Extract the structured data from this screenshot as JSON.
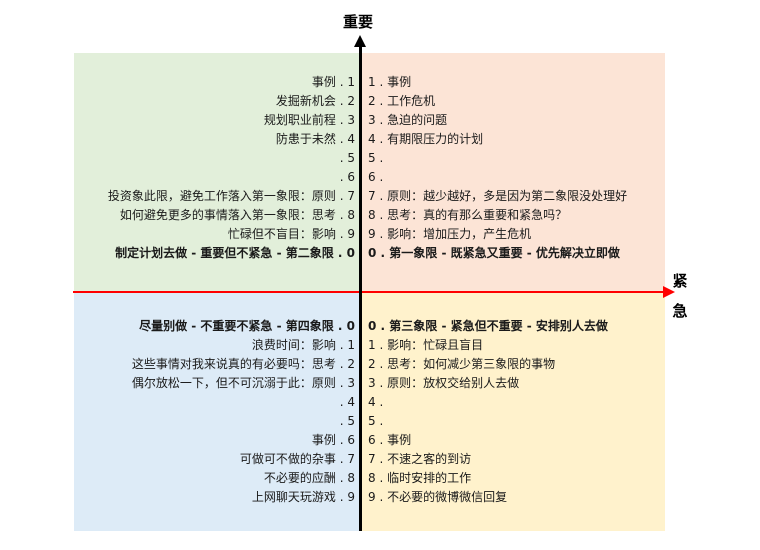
{
  "axes": {
    "vertical_label": "重要",
    "horizontal_label_top": "紧",
    "horizontal_label_bottom": "急",
    "vertical_color": "#000000",
    "horizontal_color": "#ff0000"
  },
  "quadrants": {
    "top_left": {
      "color": "#e2efda",
      "title": "制定计划去做 - 重要但不紧急 - 第二象限 . 0",
      "items": [
        "事例 . 1",
        "发掘新机会 . 2",
        "规划职业前程 . 3",
        "防患于未然 . 4",
        ". 5",
        ". 6",
        "投资象此限，避免工作落入第一象限：原则 . 7",
        "如何避免更多的事情落入第一象限：思考 . 8",
        "忙碌但不盲目：影响 . 9",
        "制定计划去做 - 重要但不紧急 - 第二象限 . 0"
      ]
    },
    "top_right": {
      "color": "#fce4d6",
      "title": "0 . 第一象限 - 既紧急又重要 - 优先解决立即做",
      "items": [
        "1 . 事例",
        "2 . 工作危机",
        "3 . 急迫的问题",
        "4 . 有期限压力的计划",
        "5 .",
        "6 .",
        "7 . 原则：越少越好，多是因为第二象限没处理好",
        "8 . 思考：真的有那么重要和紧急吗？",
        "9 . 影响：增加压力，产生危机",
        "0 . 第一象限 - 既紧急又重要 - 优先解决立即做"
      ]
    },
    "bottom_left": {
      "color": "#ddebf7",
      "title": "尽量别做 - 不重要不紧急 - 第四象限 . 0",
      "items": [
        "尽量别做 - 不重要不紧急 - 第四象限 . 0",
        "浪费时间：影响 . 1",
        "这些事情对我来说真的有必要吗：思考 . 2",
        "偶尔放松一下，但不可沉溺于此：原则 . 3",
        ". 4",
        ". 5",
        "事例 . 6",
        "可做可不做的杂事 . 7",
        "不必要的应酬 . 8",
        "上网聊天玩游戏 . 9"
      ]
    },
    "bottom_right": {
      "color": "#fff2cc",
      "title": "0 . 第三象限 - 紧急但不重要 - 安排别人去做",
      "items": [
        "0 . 第三象限 - 紧急但不重要 - 安排别人去做",
        "1 . 影响：忙碌且盲目",
        "2 . 思考：如何减少第三象限的事物",
        "3 . 原则：放权交给别人去做",
        "4 .",
        "5 .",
        "6 . 事例",
        "7 . 不速之客的到访",
        "8 . 临时安排的工作",
        "9 . 不必要的微博微信回复"
      ]
    }
  }
}
